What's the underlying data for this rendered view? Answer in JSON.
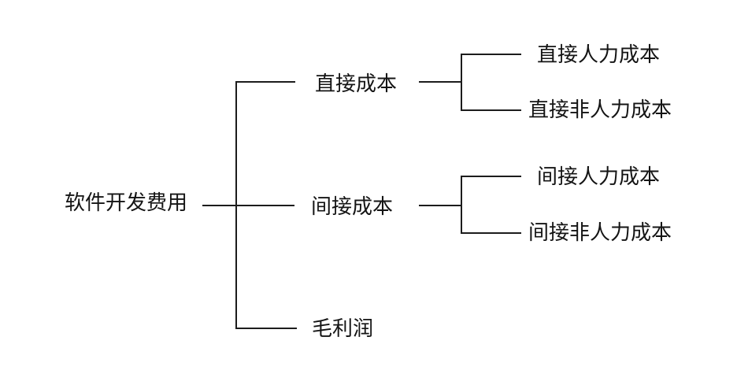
{
  "diagram": {
    "type": "tree",
    "orientation": "left-to-right",
    "title": "",
    "root": {
      "label": "软件开发费用",
      "children": [
        {
          "label": "直接成本",
          "children": [
            {
              "label": "直接人力成本",
              "children": []
            },
            {
              "label": "直接非人力成本",
              "children": []
            }
          ]
        },
        {
          "label": "间接成本",
          "children": [
            {
              "label": "间接人力成本",
              "children": []
            },
            {
              "label": "间接非人力成本",
              "children": []
            }
          ]
        },
        {
          "label": "毛利润",
          "children": []
        }
      ]
    }
  },
  "theme": {
    "background_color": "#ffffff",
    "line_color": "#1c1c1c",
    "text_color": "#141414"
  }
}
